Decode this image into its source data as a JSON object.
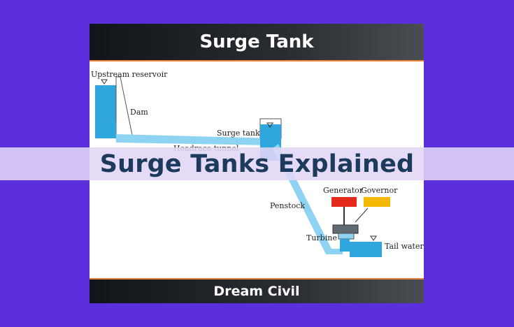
{
  "header": {
    "title": "Surge Tank"
  },
  "banner": {
    "text": "Surge Tanks Explained"
  },
  "footer": {
    "brand": "Dream Civil"
  },
  "diagram": {
    "labels": {
      "upstream_reservoir": "Upstream reservoir",
      "dam": "Dam",
      "surge_tank": "Surge tank",
      "headrace_tunnel": "Headrace tunnel",
      "generator": "Generator",
      "governor": "Governor",
      "penstock": "Penstock",
      "turbine": "Turbine",
      "tail_water": "Tail water"
    },
    "colors": {
      "water": "#2fa6de",
      "pipe": "#8fd3f2",
      "generator": "#e52a1c",
      "governor": "#f5b800",
      "turbine": "#5f6a72"
    }
  },
  "colors": {
    "background": "#5b2fdc",
    "header_bg": "#1e2126",
    "accent_line": "#e9843a",
    "banner_bg": "#e2d6f6",
    "banner_text": "#1b3a5c"
  }
}
